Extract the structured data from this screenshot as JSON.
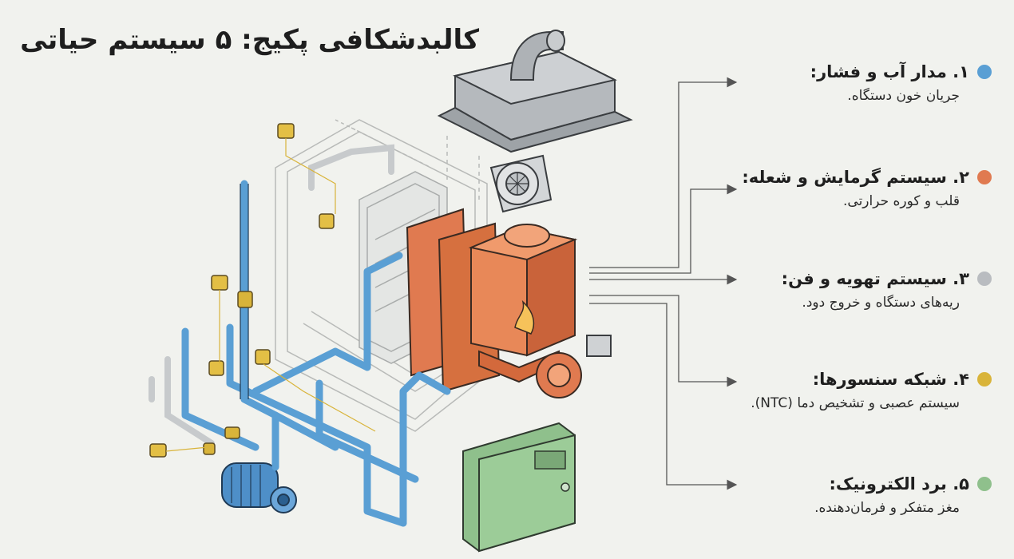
{
  "title": "کالبدشکافی پکیج: ۵ سیستم حیاتی",
  "systems": [
    {
      "label": "۱. مدار آب و فشار:",
      "desc": "جریان خون دستگاه.",
      "color": "#5a9fd4"
    },
    {
      "label": "۲. سیستم گرمایش و شعله:",
      "desc": "قلب و کوره حرارتی.",
      "color": "#e07a50"
    },
    {
      "label": "۳. سیستم تهویه و فن:",
      "desc": "ریه‌های دستگاه و خروج دود.",
      "color": "#b9bcc0"
    },
    {
      "label": "۴. شبکه سنسورها:",
      "desc": "سیستم عصبی و تشخیص دما (NTC).",
      "color": "#d9b43a"
    },
    {
      "label": "۵. برد الکترونیک:",
      "desc": "مغز متفکر و فرمان‌دهنده.",
      "color": "#8fc08c"
    }
  ],
  "colors": {
    "water": "#5a9fd4",
    "heat": "#e07a50",
    "vent": "#b9bcc0",
    "sensor": "#d9b43a",
    "board": "#8fc08c",
    "line": "#555555"
  }
}
